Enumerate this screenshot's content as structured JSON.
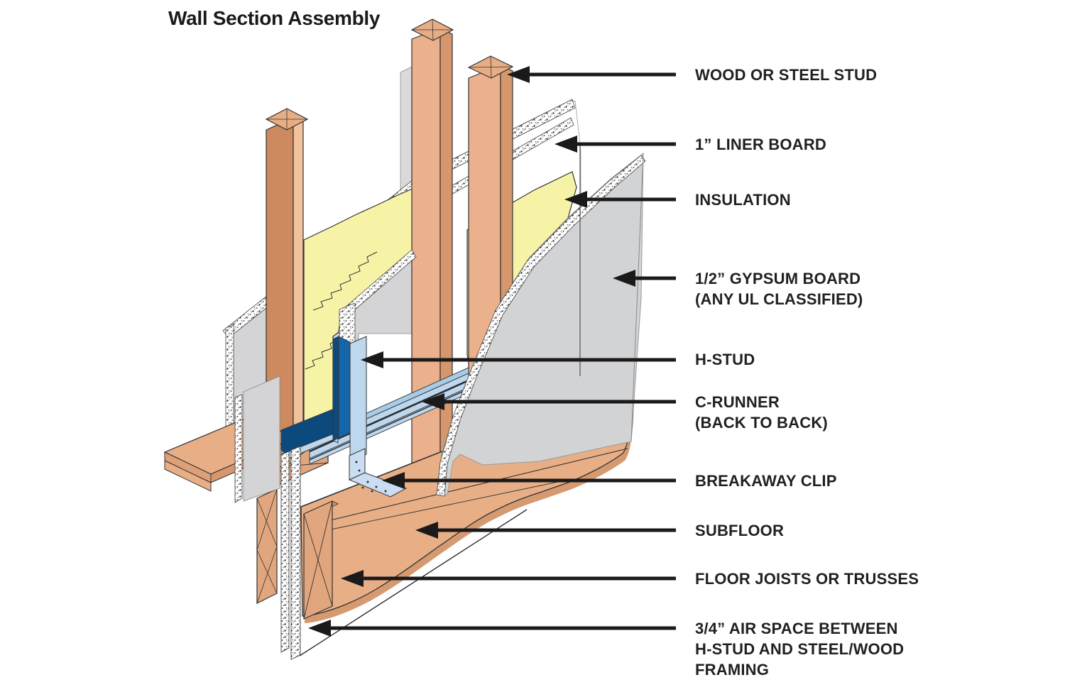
{
  "title": "Wall Section Assembly",
  "labels": [
    {
      "id": "wood-or-steel-stud",
      "text": "WOOD OR STEEL STUD"
    },
    {
      "id": "liner-board",
      "text": "1” LINER BOARD"
    },
    {
      "id": "insulation",
      "text": "INSULATION"
    },
    {
      "id": "gypsum-board",
      "text": "1/2” GYPSUM BOARD\n(ANY UL CLASSIFIED)"
    },
    {
      "id": "h-stud",
      "text": "H-STUD"
    },
    {
      "id": "c-runner",
      "text": "C-RUNNER\n(BACK TO BACK)"
    },
    {
      "id": "breakaway-clip",
      "text": "BREAKAWAY CLIP"
    },
    {
      "id": "subfloor",
      "text": "SUBFLOOR"
    },
    {
      "id": "floor-joists",
      "text": "FLOOR JOISTS OR TRUSSES"
    },
    {
      "id": "air-space",
      "text": "3/4” AIR SPACE BETWEEN\nH-STUD AND STEEL/WOOD\nFRAMING"
    }
  ],
  "colors": {
    "ink": "#231F20",
    "arrow": "#1A1A1A",
    "wood_face_light": "#EBB18C",
    "wood_side_dark": "#D6976D",
    "wood_face_dark": "#CD8A5E",
    "wood_side_light": "#F1C29E",
    "wood_top": "#E7AD85",
    "subfloor_top": "#E8AE86",
    "subfloor_shadow": "#D69A71",
    "liner_gray": "#D4D4D6",
    "gypsum_gray": "#D2D3D5",
    "insulation_yellow": "#F7F3A6",
    "h_stud_navy": "#0C4A7E",
    "h_stud_blue": "#1565A9",
    "runner_light_blue": "#BDD7EE",
    "clip_blue": "#CBDDF2"
  }
}
